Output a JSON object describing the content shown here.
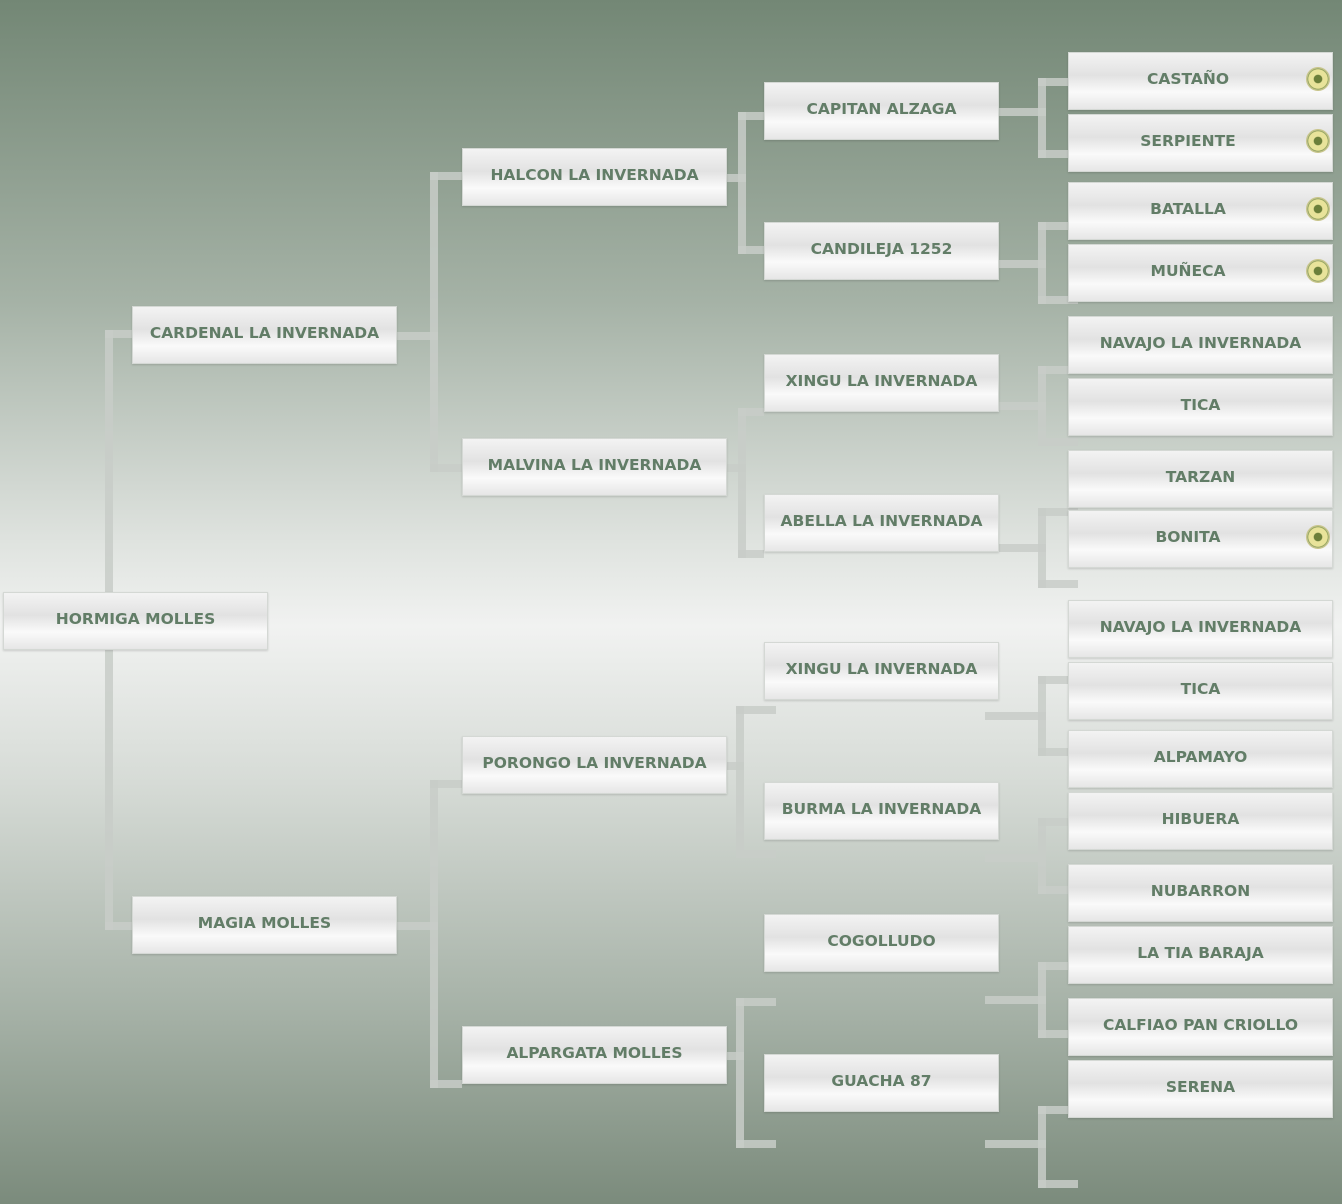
{
  "pedigree": {
    "subject": "HORMIGA MOLLES",
    "parents": [
      "CARDENAL LA INVERNADA",
      "MAGIA MOLLES"
    ],
    "grandparents": [
      "HALCON LA INVERNADA",
      "MALVINA LA INVERNADA",
      "PORONGO LA INVERNADA",
      "ALPARGATA MOLLES"
    ],
    "great_grandparents": [
      "CAPITAN ALZAGA",
      "CANDILEJA 1252",
      "XINGU LA INVERNADA",
      "ABELLA LA INVERNADA",
      "XINGU LA INVERNADA",
      "BURMA LA INVERNADA",
      "COGOLLUDO",
      "GUACHA 87"
    ],
    "great_great_grandparents": [
      {
        "name": "CASTAÑO",
        "seal": true
      },
      {
        "name": "SERPIENTE",
        "seal": true
      },
      {
        "name": "BATALLA",
        "seal": true
      },
      {
        "name": "MUÑECA",
        "seal": true
      },
      {
        "name": "NAVAJO LA INVERNADA",
        "seal": false
      },
      {
        "name": "TICA",
        "seal": false
      },
      {
        "name": "TARZAN",
        "seal": false
      },
      {
        "name": "BONITA",
        "seal": true
      },
      {
        "name": "NAVAJO LA INVERNADA",
        "seal": false
      },
      {
        "name": "TICA",
        "seal": false
      },
      {
        "name": "ALPAMAYO",
        "seal": false
      },
      {
        "name": "HIBUERA",
        "seal": false
      },
      {
        "name": "NUBARRON",
        "seal": false
      },
      {
        "name": "LA TIA BARAJA",
        "seal": false
      },
      {
        "name": "CALFIAO PAN CRIOLLO",
        "seal": false
      },
      {
        "name": "SERENA",
        "seal": false
      }
    ]
  },
  "colors": {
    "text": "#627d67",
    "connector": "#c8ccc8"
  }
}
